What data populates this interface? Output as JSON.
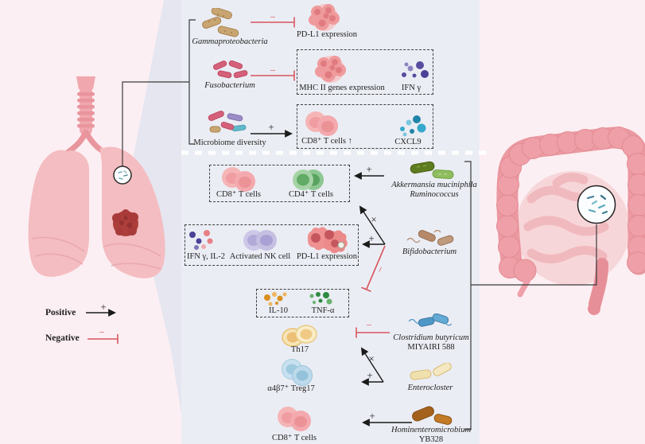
{
  "signs": {
    "plus": "+",
    "minus": "−",
    "cross": "×"
  },
  "legend": {
    "positive": "Positive",
    "negative": "Negative"
  },
  "lung_axis": {
    "gammaproteobacteria": {
      "name": "Gammaproteobacteria",
      "target_pdl1": "PD-L1 expression"
    },
    "fusobacterium": {
      "name": "Fusobacterium",
      "target_mhc": "MHC II genes expression",
      "target_ifng": "IFN γ"
    },
    "microbiome_diversity": {
      "name": "Microbiome diversity",
      "target_cd8": "CD8⁺ T cells ↑",
      "target_cxcl9": "CXCL9"
    }
  },
  "gut_axis": {
    "akkermansia": {
      "name_line1": "Akkermansia muciniphila",
      "name_line2": "Ruminococcus",
      "target_cd8": "CD8⁺ T cells",
      "target_cd4": "CD4⁺ T cells"
    },
    "bifidobacterium": {
      "name": "Bifidobacterium",
      "target_ifn_il2": "IFN γ, IL-2",
      "target_nk": "Activated NK cell",
      "target_pdl1": "PD-L1 expression",
      "target_il10": "IL-10",
      "target_tnfa": "TNF-α"
    },
    "clostridium_butyricum": {
      "name_line1": "Clostridium butyricum",
      "name_line2": "MIYAIRI 588",
      "target_th17": "Th17"
    },
    "enterocloster": {
      "name": "Enterocloster",
      "target_treg": "α4β7⁺ Treg17"
    },
    "hominenteromicrobium": {
      "name_line1": "Hominenteromicrobium",
      "name_line2": "YB328",
      "target_cd8": "CD8⁺ T cells"
    }
  },
  "colors": {
    "background_pink": "#fceff3",
    "panel_lavender": "#ebedf4",
    "wedge_blue": "#dfe3ef",
    "positive_arrow_black": "#1b1b1b",
    "negative_arrow_red": "#d8555e",
    "lung_pink": "#f4bdc1",
    "tumor_red": "#ad3f3b",
    "intestine_pink": "#ec9aa2"
  }
}
